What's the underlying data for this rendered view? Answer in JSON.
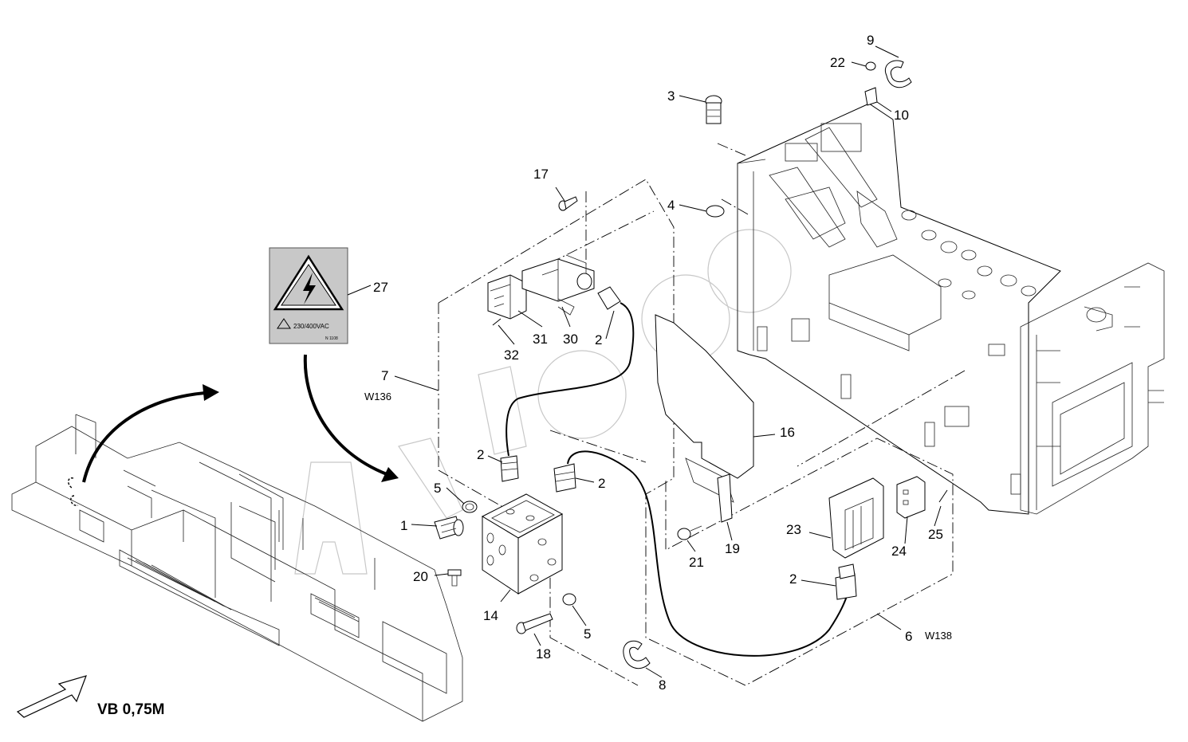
{
  "callouts": [
    {
      "id": "c1",
      "text": "1"
    },
    {
      "id": "c2a",
      "text": "2"
    },
    {
      "id": "c2b",
      "text": "2"
    },
    {
      "id": "c2c",
      "text": "2"
    },
    {
      "id": "c2d",
      "text": "2"
    },
    {
      "id": "c3",
      "text": "3"
    },
    {
      "id": "c4",
      "text": "4"
    },
    {
      "id": "c5a",
      "text": "5"
    },
    {
      "id": "c5b",
      "text": "5"
    },
    {
      "id": "c6",
      "text": "6"
    },
    {
      "id": "c7",
      "text": "7"
    },
    {
      "id": "c8",
      "text": "8"
    },
    {
      "id": "c9",
      "text": "9"
    },
    {
      "id": "c10",
      "text": "10"
    },
    {
      "id": "c14",
      "text": "14"
    },
    {
      "id": "c16",
      "text": "16"
    },
    {
      "id": "c17",
      "text": "17"
    },
    {
      "id": "c18",
      "text": "18"
    },
    {
      "id": "c19",
      "text": "19"
    },
    {
      "id": "c20",
      "text": "20"
    },
    {
      "id": "c21",
      "text": "21"
    },
    {
      "id": "c22",
      "text": "22"
    },
    {
      "id": "c23",
      "text": "23"
    },
    {
      "id": "c24",
      "text": "24"
    },
    {
      "id": "c25",
      "text": "25"
    },
    {
      "id": "c27",
      "text": "27"
    },
    {
      "id": "c30",
      "text": "30"
    },
    {
      "id": "c31",
      "text": "31"
    },
    {
      "id": "c32",
      "text": "32"
    }
  ],
  "harness_labels": {
    "w136": "W136",
    "w138": "W138"
  },
  "warning_label": {
    "voltage": "230/400VAC",
    "code": "N 1108"
  },
  "model_label": "VB 0,75M"
}
